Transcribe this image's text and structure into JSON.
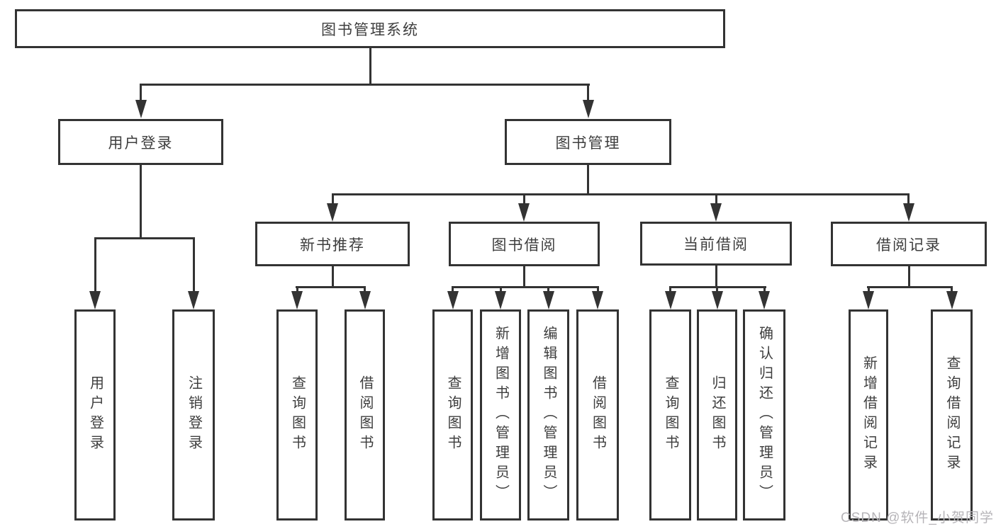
{
  "colors": {
    "line": "#333333",
    "text": "#3e3e3e",
    "watermark": "#b6b4b8"
  },
  "root": {
    "label": "图书管理系统"
  },
  "login_branch": {
    "label": "用户登录",
    "children": [
      {
        "label": "用户登录"
      },
      {
        "label": "注销登录"
      }
    ]
  },
  "book_branch": {
    "label": "图书管理",
    "sections": [
      {
        "label": "新书推荐",
        "children": [
          {
            "label": "查询图书"
          },
          {
            "label": "借阅图书"
          }
        ]
      },
      {
        "label": "图书借阅",
        "children": [
          {
            "label": "查询图书"
          },
          {
            "label": "新增图书（管理员）"
          },
          {
            "label": "编辑图书（管理员）"
          },
          {
            "label": "借阅图书"
          }
        ]
      },
      {
        "label": "当前借阅",
        "children": [
          {
            "label": "查询图书"
          },
          {
            "label": "归还图书"
          },
          {
            "label": "确认归还（管理员）"
          }
        ]
      },
      {
        "label": "借阅记录",
        "children": [
          {
            "label": "新增借阅记录"
          },
          {
            "label": "查询借阅记录"
          }
        ]
      }
    ]
  },
  "watermark": {
    "label": "CSDN @软件_小贺同学"
  }
}
